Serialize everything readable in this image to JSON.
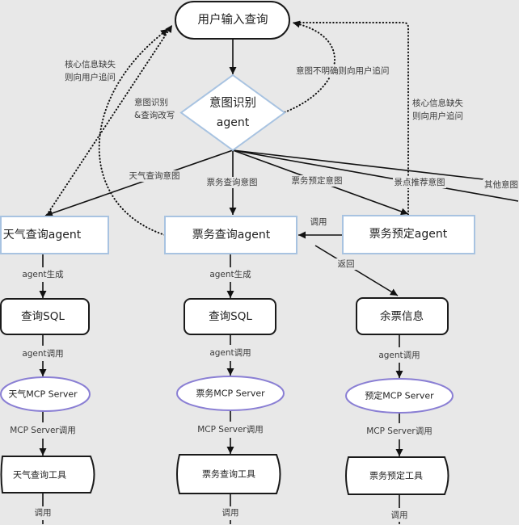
{
  "nodes": {
    "user_query": "用户输入查询",
    "intent_agent": {
      "line1": "意图识别",
      "line2": "agent"
    },
    "weather_agent": "天气查询agent",
    "ticket_query_agent": "票务查询agent",
    "ticket_booking_agent": "票务预定agent",
    "weather_sql": "查询SQL",
    "ticket_sql": "查询SQL",
    "remaining_tickets": "余票信息",
    "weather_mcp": "天气MCP Server",
    "ticket_mcp": "票务MCP Server",
    "booking_mcp": "预定MCP Server",
    "weather_tool": "天气查询工具",
    "ticket_tool": "票务查询工具",
    "booking_tool": "票务预定工具"
  },
  "edge_labels": {
    "intent_rewrite": [
      "意图识别",
      "&查询改写"
    ],
    "unclear_intent_followup": "意图不明确则向用户追问",
    "missing_info_left": [
      "核心信息缺失",
      "则向用户追问"
    ],
    "missing_info_right": [
      "核心信息缺失",
      "则向用户追问"
    ],
    "weather_intent": "天气查询意图",
    "ticket_query_intent": "票务查询意图",
    "ticket_booking_intent": "票务预定意图",
    "attraction_intent": "景点推荐意图",
    "other_intent": "其他意图",
    "booking_calls_query": "调用",
    "query_returns": "返回",
    "weather_column": {
      "agent_generate": "agent生成",
      "agent_call": "agent调用",
      "mcp_call": "MCP Server调用",
      "tool_call": "调用"
    },
    "ticket_column": {
      "agent_generate": "agent生成",
      "agent_call": "agent调用",
      "mcp_call": "MCP Server调用",
      "tool_call": "调用"
    },
    "booking_column": {
      "agent_call": "agent调用",
      "mcp_call": "MCP Server调用",
      "tool_call": "调用"
    }
  },
  "colors": {
    "background": "#e8e8e8",
    "agent_border": "#a8c3e1",
    "mcp_border": "#8a7fd4",
    "line": "#111111",
    "node_border": "#1a1a1a"
  }
}
